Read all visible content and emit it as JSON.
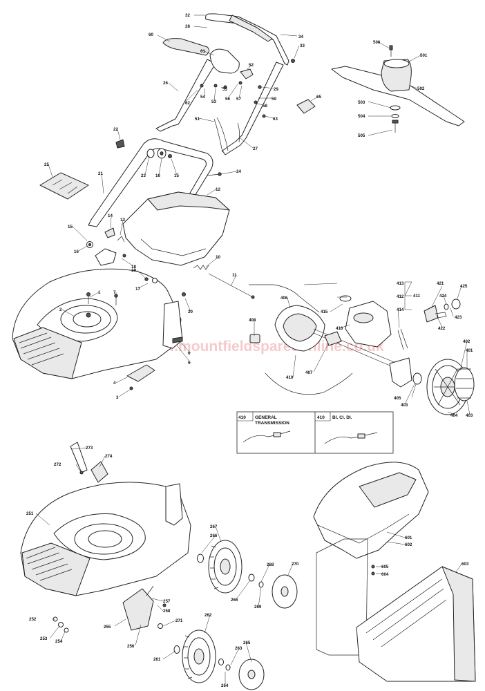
{
  "watermark": "www.mountfieldsparesonline.co.uk",
  "legend_box": {
    "left": {
      "code": "410",
      "label_line1": "GENERAL",
      "label_line2": "TRANSMISSION"
    },
    "right": {
      "code": "410",
      "label": "BI. Cl. DI."
    }
  },
  "callout_numbers": [
    "1",
    "2",
    "3",
    "4",
    "5",
    "6",
    "7",
    "10",
    "11",
    "12",
    "13",
    "14",
    "15",
    "16",
    "17",
    "18",
    "19",
    "20",
    "21",
    "22",
    "23",
    "24",
    "25",
    "26",
    "27",
    "28",
    "29",
    "32",
    "33",
    "34",
    "51",
    "52",
    "53",
    "54",
    "55",
    "56",
    "57",
    "58",
    "59",
    "60",
    "61",
    "62",
    "63",
    "65",
    "251",
    "252",
    "253",
    "254",
    "255",
    "256",
    "257",
    "258",
    "261",
    "262",
    "263",
    "264",
    "265",
    "266",
    "267",
    "268",
    "269",
    "270",
    "271",
    "272",
    "273",
    "274",
    "401",
    "402",
    "403",
    "404",
    "405",
    "406",
    "407",
    "408",
    "410",
    "411",
    "412",
    "413",
    "414",
    "415",
    "416",
    "421",
    "422",
    "423",
    "424",
    "425",
    "501",
    "502",
    "503",
    "504",
    "505",
    "506",
    "601",
    "602",
    "603",
    "604",
    "605"
  ],
  "labels": [
    {
      "id": "32",
      "t": "32"
    },
    {
      "id": "34",
      "t": "34"
    },
    {
      "id": "28",
      "t": "28"
    },
    {
      "id": "60",
      "t": "60"
    },
    {
      "id": "33",
      "t": "33"
    },
    {
      "id": "61",
      "t": "61"
    },
    {
      "id": "52",
      "t": "52"
    },
    {
      "id": "26",
      "t": "26"
    },
    {
      "id": "54",
      "t": "54"
    },
    {
      "id": "55",
      "t": "55"
    },
    {
      "id": "56",
      "t": "56"
    },
    {
      "id": "57",
      "t": "57"
    },
    {
      "id": "29",
      "t": "29"
    },
    {
      "id": "62",
      "t": "62"
    },
    {
      "id": "53",
      "t": "53"
    },
    {
      "id": "59",
      "t": "59"
    },
    {
      "id": "65",
      "t": "65"
    },
    {
      "id": "58",
      "t": "58"
    },
    {
      "id": "63",
      "t": "63"
    },
    {
      "id": "51",
      "t": "51"
    },
    {
      "id": "27",
      "t": "27"
    },
    {
      "id": "22",
      "t": "22"
    },
    {
      "id": "23",
      "t": "23"
    },
    {
      "id": "16a",
      "t": "16"
    },
    {
      "id": "15a",
      "t": "15"
    },
    {
      "id": "24",
      "t": "24"
    },
    {
      "id": "25",
      "t": "25"
    },
    {
      "id": "21",
      "t": "21"
    },
    {
      "id": "12",
      "t": "12"
    },
    {
      "id": "14",
      "t": "14"
    },
    {
      "id": "13",
      "t": "13"
    },
    {
      "id": "15b",
      "t": "15"
    },
    {
      "id": "16b",
      "t": "16"
    },
    {
      "id": "18",
      "t": "18"
    },
    {
      "id": "10",
      "t": "10"
    },
    {
      "id": "19",
      "t": "19"
    },
    {
      "id": "11",
      "t": "11"
    },
    {
      "id": "17",
      "t": "17"
    },
    {
      "id": "1",
      "t": "1"
    },
    {
      "id": "7",
      "t": "7"
    },
    {
      "id": "20",
      "t": "20"
    },
    {
      "id": "2",
      "t": "2"
    },
    {
      "id": "6",
      "t": "6"
    },
    {
      "id": "5",
      "t": "5"
    },
    {
      "id": "4",
      "t": "4"
    },
    {
      "id": "3",
      "t": "3"
    },
    {
      "id": "506",
      "t": "506"
    },
    {
      "id": "501",
      "t": "501"
    },
    {
      "id": "502",
      "t": "502"
    },
    {
      "id": "503",
      "t": "503"
    },
    {
      "id": "504",
      "t": "504"
    },
    {
      "id": "505",
      "t": "505"
    },
    {
      "id": "406",
      "t": "406"
    },
    {
      "id": "413",
      "t": "413"
    },
    {
      "id": "411",
      "t": "411"
    },
    {
      "id": "412",
      "t": "412"
    },
    {
      "id": "415",
      "t": "415"
    },
    {
      "id": "414",
      "t": "414"
    },
    {
      "id": "416",
      "t": "416"
    },
    {
      "id": "408",
      "t": "408"
    },
    {
      "id": "410",
      "t": "410"
    },
    {
      "id": "407",
      "t": "407"
    },
    {
      "id": "421",
      "t": "421"
    },
    {
      "id": "425",
      "t": "425"
    },
    {
      "id": "424",
      "t": "424"
    },
    {
      "id": "423",
      "t": "423"
    },
    {
      "id": "422",
      "t": "422"
    },
    {
      "id": "402",
      "t": "402"
    },
    {
      "id": "401",
      "t": "401"
    },
    {
      "id": "405",
      "t": "405"
    },
    {
      "id": "403a",
      "t": "403"
    },
    {
      "id": "404",
      "t": "404"
    },
    {
      "id": "403b",
      "t": "403"
    },
    {
      "id": "273",
      "t": "273"
    },
    {
      "id": "272",
      "t": "272"
    },
    {
      "id": "274",
      "t": "274"
    },
    {
      "id": "251",
      "t": "251"
    },
    {
      "id": "267",
      "t": "267"
    },
    {
      "id": "266a",
      "t": "266"
    },
    {
      "id": "268",
      "t": "268"
    },
    {
      "id": "270",
      "t": "270"
    },
    {
      "id": "266b",
      "t": "266"
    },
    {
      "id": "269",
      "t": "269"
    },
    {
      "id": "257",
      "t": "257"
    },
    {
      "id": "258",
      "t": "258"
    },
    {
      "id": "252",
      "t": "252"
    },
    {
      "id": "255",
      "t": "255"
    },
    {
      "id": "253",
      "t": "253"
    },
    {
      "id": "254",
      "t": "254"
    },
    {
      "id": "256",
      "t": "256"
    },
    {
      "id": "271",
      "t": "271"
    },
    {
      "id": "262",
      "t": "262"
    },
    {
      "id": "261",
      "t": "261"
    },
    {
      "id": "263",
      "t": "263"
    },
    {
      "id": "265",
      "t": "265"
    },
    {
      "id": "264",
      "t": "264"
    },
    {
      "id": "601",
      "t": "601"
    },
    {
      "id": "602",
      "t": "602"
    },
    {
      "id": "605",
      "t": "605"
    },
    {
      "id": "604",
      "t": "604"
    },
    {
      "id": "603",
      "t": "603"
    }
  ]
}
